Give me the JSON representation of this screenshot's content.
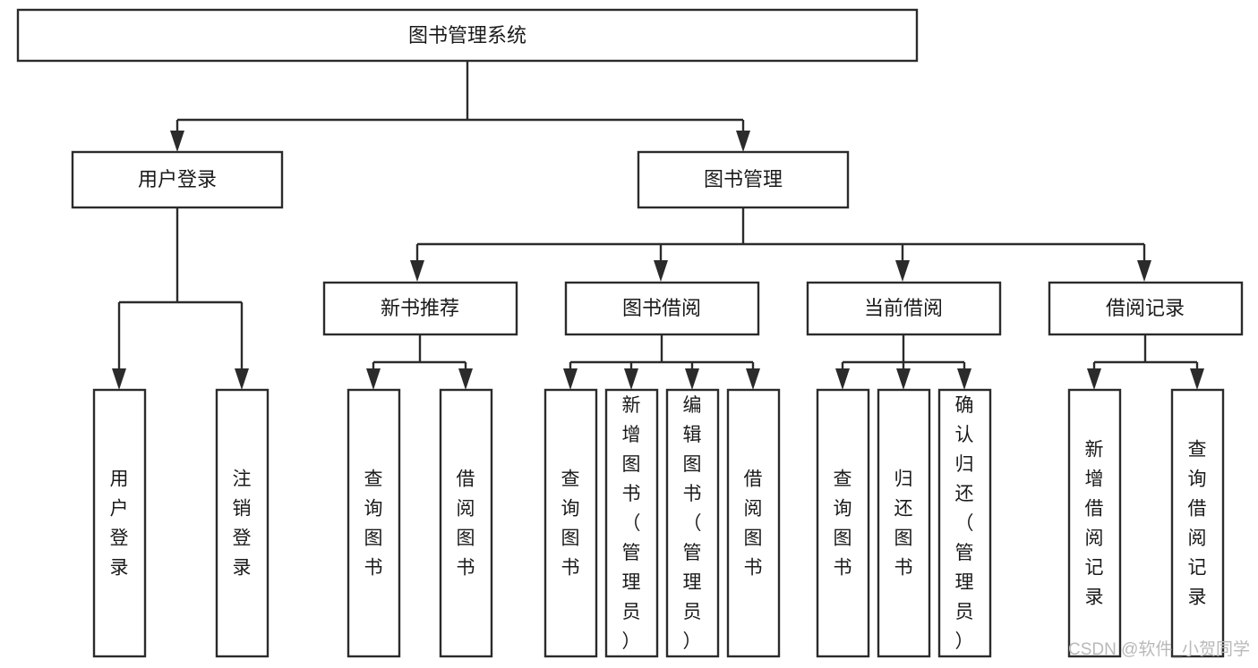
{
  "diagram": {
    "type": "tree",
    "title": "图书管理系统",
    "watermark": "CSDN @软件_小贺同学",
    "colors": {
      "stroke": "#2b2b2b",
      "fill": "#ffffff",
      "text": "#1a1a1a",
      "watermark": "#b9b9b9",
      "background": "#ffffff"
    },
    "levels": {
      "root": {
        "label": "图书管理系统"
      },
      "level2": [
        {
          "id": "user-login",
          "label": "用户登录"
        },
        {
          "id": "book-manage",
          "label": "图书管理"
        }
      ],
      "level3": [
        {
          "id": "new-book-recommend",
          "label": "新书推荐",
          "parent": "book-manage"
        },
        {
          "id": "book-borrow",
          "label": "图书借阅",
          "parent": "book-manage"
        },
        {
          "id": "current-borrow",
          "label": "当前借阅",
          "parent": "book-manage"
        },
        {
          "id": "borrow-record",
          "label": "借阅记录",
          "parent": "book-manage"
        }
      ],
      "leaves": [
        {
          "id": "leaf-user-login",
          "label": "用户登录",
          "parent": "user-login"
        },
        {
          "id": "leaf-logout-login",
          "label": "注销登录",
          "parent": "user-login"
        },
        {
          "id": "leaf-query-book-1",
          "label": "查询图书",
          "parent": "new-book-recommend"
        },
        {
          "id": "leaf-borrow-book-1",
          "label": "借阅图书",
          "parent": "new-book-recommend"
        },
        {
          "id": "leaf-query-book-2",
          "label": "查询图书",
          "parent": "book-borrow"
        },
        {
          "id": "leaf-add-book",
          "label": "新增图书（管理员）",
          "parent": "book-borrow"
        },
        {
          "id": "leaf-edit-book",
          "label": "编辑图书（管理员）",
          "parent": "book-borrow"
        },
        {
          "id": "leaf-borrow-book-2",
          "label": "借阅图书",
          "parent": "book-borrow"
        },
        {
          "id": "leaf-query-book-3",
          "label": "查询图书",
          "parent": "current-borrow"
        },
        {
          "id": "leaf-return-book",
          "label": "归还图书",
          "parent": "current-borrow"
        },
        {
          "id": "leaf-confirm-return",
          "label": "确认归还（管理员）",
          "parent": "current-borrow"
        },
        {
          "id": "leaf-add-record",
          "label": "新增借阅记录",
          "parent": "borrow-record"
        },
        {
          "id": "leaf-query-record",
          "label": "查询借阅记录",
          "parent": "borrow-record"
        }
      ]
    }
  }
}
